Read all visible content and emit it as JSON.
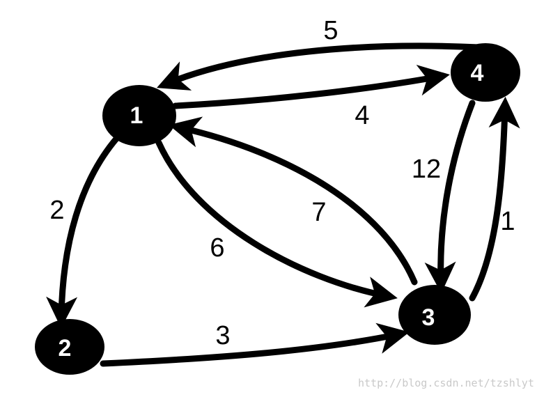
{
  "nodes": [
    {
      "id": "1",
      "label": "1"
    },
    {
      "id": "2",
      "label": "2"
    },
    {
      "id": "3",
      "label": "3"
    },
    {
      "id": "4",
      "label": "4"
    }
  ],
  "edges": [
    {
      "from": "4",
      "to": "1",
      "weight": "5"
    },
    {
      "from": "1",
      "to": "4",
      "weight": "4"
    },
    {
      "from": "1",
      "to": "2",
      "weight": "2"
    },
    {
      "from": "1",
      "to": "3",
      "weight": "6"
    },
    {
      "from": "3",
      "to": "1",
      "weight": "7"
    },
    {
      "from": "4",
      "to": "3",
      "weight": "12"
    },
    {
      "from": "3",
      "to": "4",
      "weight": "1"
    },
    {
      "from": "2",
      "to": "3",
      "weight": "3"
    }
  ],
  "colors": {
    "node_fill": "#000000",
    "node_text": "#ffffff",
    "edge": "#000000",
    "watermark": "#c9c9c9"
  },
  "watermark": "http://blog.csdn.net/tzshlyt"
}
